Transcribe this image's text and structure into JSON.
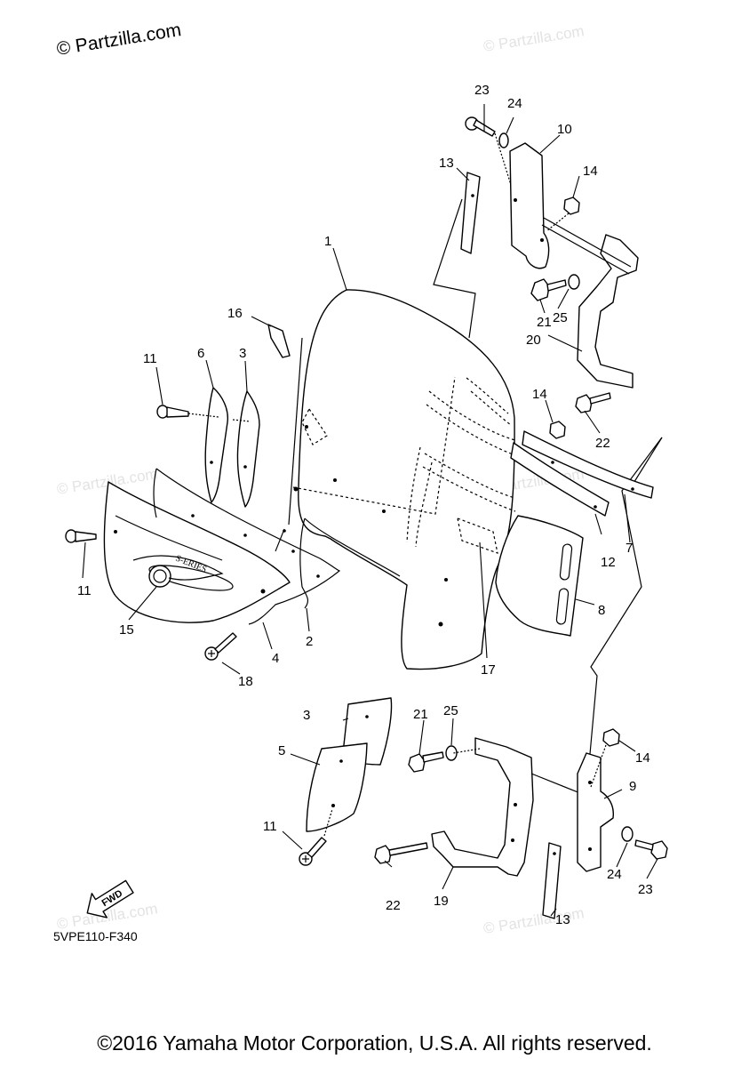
{
  "watermark": {
    "main": "© Partzilla.com",
    "faint": "© Partzilla.com"
  },
  "diagram_code": "5VPE110-F340",
  "fwd_label": "FWD",
  "emblem_text": "S-ERIES",
  "callouts": {
    "c1": "1",
    "c2": "2",
    "c3a": "3",
    "c3b": "3",
    "c4": "4",
    "c5": "5",
    "c6": "6",
    "c7": "7",
    "c8": "8",
    "c9": "9",
    "c10": "10",
    "c11a": "11",
    "c11b": "11",
    "c11c": "11",
    "c12": "12",
    "c13a": "13",
    "c13b": "13",
    "c14a": "14",
    "c14b": "14",
    "c14c": "14",
    "c15": "15",
    "c16": "16",
    "c17": "17",
    "c18": "18",
    "c19": "19",
    "c20": "20",
    "c21a": "21",
    "c21b": "21",
    "c22a": "22",
    "c22b": "22",
    "c23a": "23",
    "c23b": "23",
    "c24a": "24",
    "c24b": "24",
    "c25a": "25",
    "c25b": "25"
  },
  "copyright": "©2016 Yamaha Motor Corporation, U.S.A. All rights reserved."
}
